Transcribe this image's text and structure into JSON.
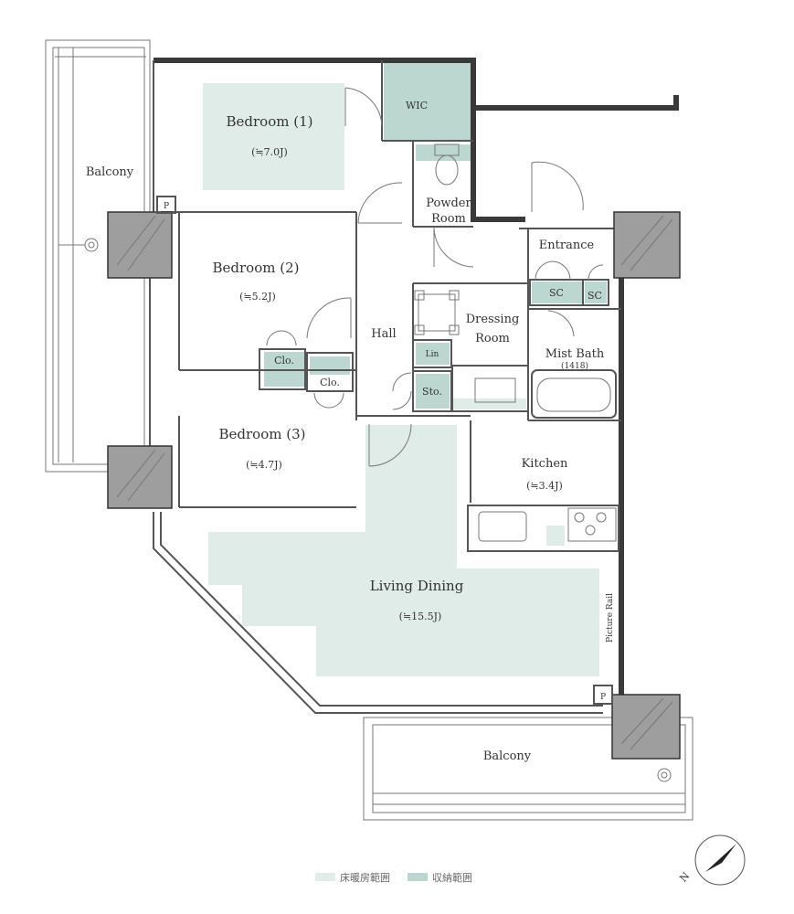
{
  "colors": {
    "floor_heating": "#dfece8",
    "storage": "#bcd7cf",
    "wall": "#3a3a3a",
    "pillar": "#9e9e9e"
  },
  "rooms": {
    "bedroom1": {
      "label": "Bedroom (1)",
      "area": "(≒7.0J)"
    },
    "bedroom2": {
      "label": "Bedroom (2)",
      "area": "(≒5.2J)"
    },
    "bedroom3": {
      "label": "Bedroom (3)",
      "area": "(≒4.7J)"
    },
    "living": {
      "label": "Living Dining",
      "area": "(≒15.5J)"
    },
    "kitchen": {
      "label": "Kitchen",
      "area": "(≒3.4J)"
    },
    "hall": {
      "label": "Hall"
    },
    "entrance": {
      "label": "Entrance"
    },
    "powder_line1": "Powder",
    "powder_line2": "Room",
    "dressing_line1": "Dressing",
    "dressing_line2": "Room",
    "mist_bath": {
      "label": "Mist Bath",
      "size": "(1418)"
    },
    "wic": "WIC",
    "clo1": "Clo.",
    "clo2": "Clo.",
    "lin": "Lin",
    "sto": "Sto.",
    "sc1": "SC",
    "sc2": "SC",
    "balcony_west": "Balcony",
    "balcony_south": "Balcony",
    "picture_rail": "Picture Rail",
    "p_mark1": "P",
    "p_mark2": "P"
  },
  "legend": {
    "floor_heating": "床暖房範囲",
    "storage": "収納範囲"
  },
  "compass": {
    "north": "N"
  }
}
